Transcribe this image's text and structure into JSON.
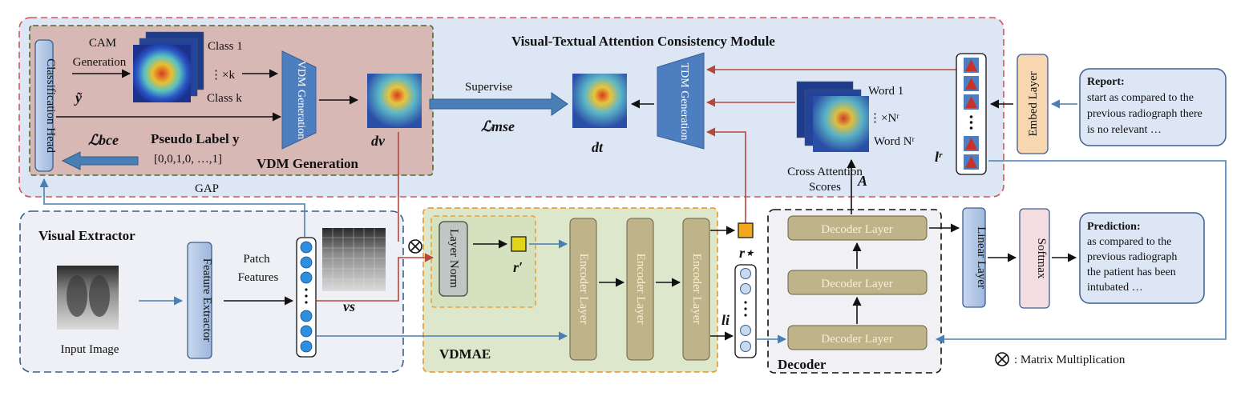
{
  "modules": {
    "vtac": "Visual-Textual Attention Consistency Module",
    "vdm_generation": "VDM Generation",
    "visual_extractor": "Visual Extractor",
    "vdmae": "VDMAE",
    "decoder": "Decoder"
  },
  "blocks": {
    "classification_head": "Classification Head",
    "vdm_generation": "VDM Generation",
    "tdm_generation": "TDM Generation",
    "feature_extractor": "Feature Extractor",
    "layer_norm": "Layer Norm",
    "encoder_layer": "Encoder Layer",
    "decoder_layer": "Decoder Layer",
    "embed_layer": "Embed Layer",
    "linear_layer": "Linear Layer",
    "softmax": "Softmax"
  },
  "labels": {
    "cam_generation_1": "CAM",
    "cam_generation_2": "Generation",
    "class_1": "Class 1",
    "class_k": "Class k",
    "times_k": "⋮×k",
    "y_tilde": "ỹ",
    "pseudo_label": "Pseudo Label y",
    "pseudo_vector": "[0,0,1,0, …,1]",
    "l_bce": "ℒbce",
    "gap": "GAP",
    "d_v": "dv",
    "d_t": "dt",
    "supervise": "Supervise",
    "l_mse": "ℒmse",
    "word_1": "Word 1",
    "times_nr": "⋮×Nʳ",
    "word_nr": "Word Nʳ",
    "cross_attention_1": "Cross Attention",
    "cross_attention_2": "Scores",
    "a": "A",
    "l_r": "lʳ",
    "patch_features_1": "Patch",
    "patch_features_2": "Features",
    "v_s": "vs",
    "input_image": "Input Image",
    "r_prime": "r′",
    "r_star": "r⋆",
    "l_i": "li",
    "matrix_mult": ": Matrix Multiplication"
  },
  "report": {
    "title": "Report:",
    "lines": [
      "start as compared to the",
      "previous radiograph there",
      "is no relevant …"
    ]
  },
  "prediction": {
    "title": "Prediction:",
    "lines": [
      "as compared to the",
      "previous radiograph",
      "the patient has been",
      "intubated …"
    ]
  },
  "colors": {
    "arrow_blue": "#4a7fb5",
    "arrow_red": "#b5473b",
    "encoder_fill": "#bfb38a",
    "vdm_fill": "#4d7ebf"
  }
}
